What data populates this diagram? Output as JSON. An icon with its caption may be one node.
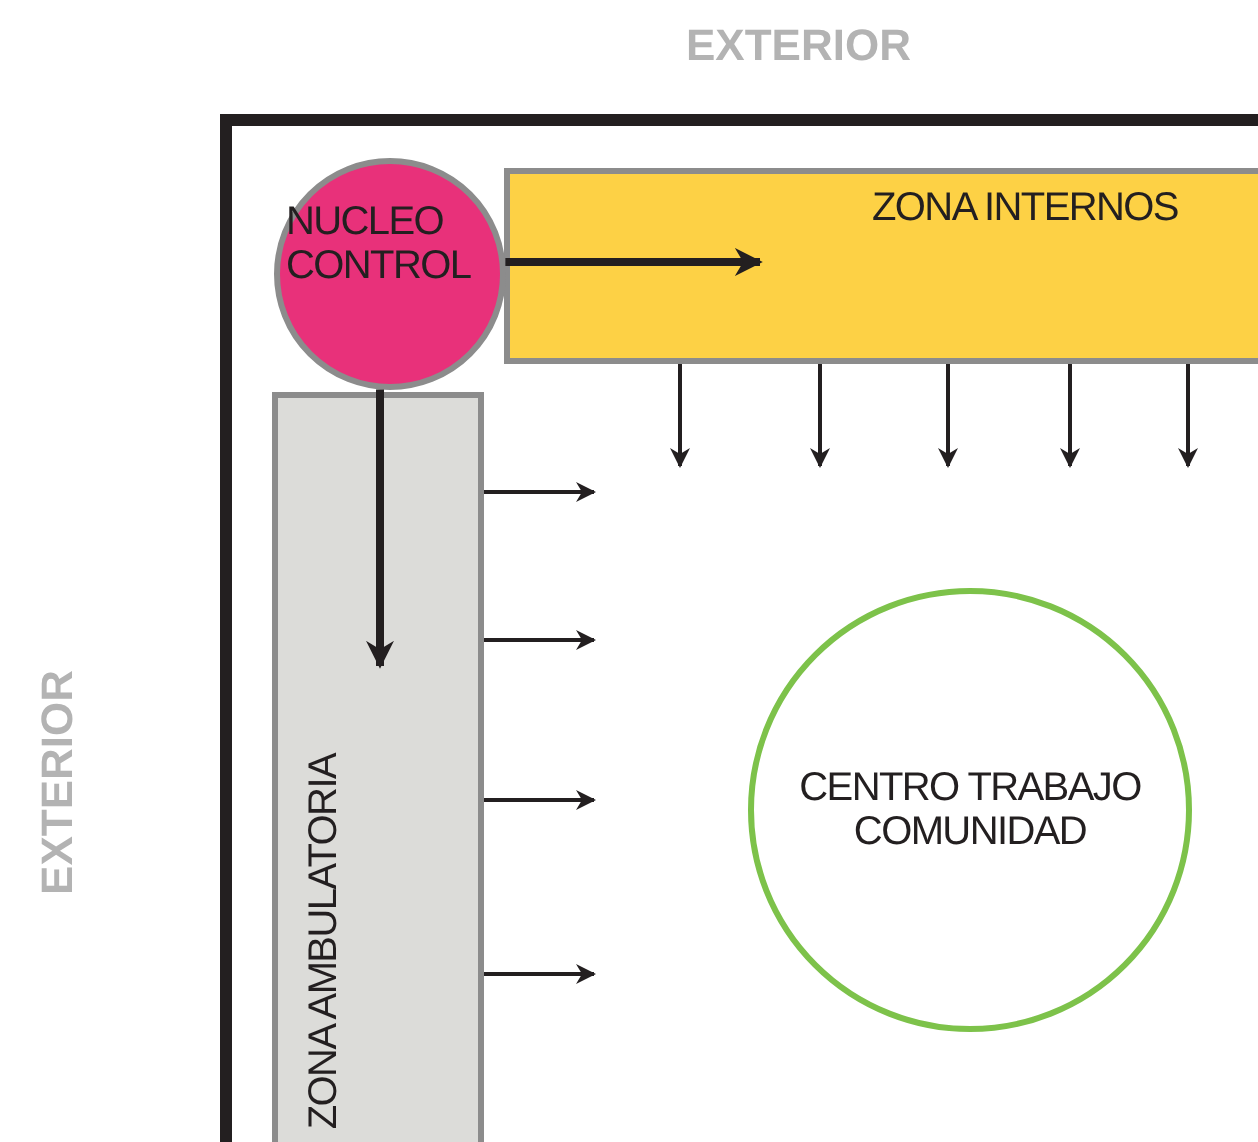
{
  "diagram": {
    "nodes": [
      {
        "text": [
          "NUCLEO CONTROL"
        ]
      },
      {
        "text": [
          "ZONA INTERNOS"
        ]
      },
      {
        "text": [
          "ZONA AMBULATORIA"
        ]
      },
      {
        "text": [
          "CENTRO TRABAJO COMUNIDAD"
        ]
      }
    ],
    "edges": [
      {
        "from": 0,
        "to": 1,
        "arrow": "to",
        "style": "thick"
      },
      {
        "from": 0,
        "to": 2,
        "arrow": "to",
        "style": "thick"
      },
      {
        "from": 1,
        "to": null,
        "arrow": "to"
      },
      {
        "from": 1,
        "to": null,
        "arrow": "to"
      },
      {
        "from": 1,
        "to": null,
        "arrow": "to"
      },
      {
        "from": 1,
        "to": null,
        "arrow": "to"
      },
      {
        "from": 1,
        "to": null,
        "arrow": "to"
      },
      {
        "from": 2,
        "to": null,
        "arrow": "to"
      },
      {
        "from": 2,
        "to": null,
        "arrow": "to"
      },
      {
        "from": 2,
        "to": null,
        "arrow": "to"
      },
      {
        "from": 2,
        "to": null,
        "arrow": "to"
      }
    ],
    "labels": [
      "EXTERIOR",
      "EXTERIOR"
    ]
  }
}
